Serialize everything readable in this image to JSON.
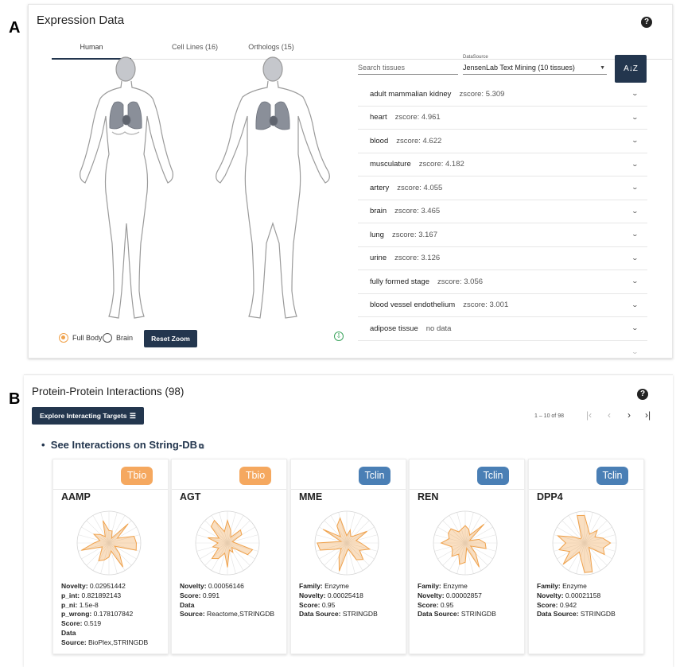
{
  "figure_labels": {
    "a": "A",
    "b": "B"
  },
  "expression": {
    "title": "Expression Data",
    "help": "?",
    "tabs": [
      {
        "label": "Human",
        "active": true
      },
      {
        "label": "Cell Lines (16)",
        "active": false
      },
      {
        "label": "Orthologs (15)",
        "active": false
      }
    ],
    "search_placeholder": "Search tissues",
    "datasource_label": "DataSource",
    "datasource_value": "JensenLab Text Mining (10 tissues)",
    "sort_label": "A↓Z",
    "view_options": [
      {
        "label": "Full Body",
        "selected": true
      },
      {
        "label": "Brain",
        "selected": false
      }
    ],
    "reset_zoom": "Reset Zoom",
    "highlight_color": "#8a8f99",
    "tissues": [
      {
        "name": "adult mammalian kidney",
        "score": "zscore: 5.309"
      },
      {
        "name": "heart",
        "score": "zscore: 4.961"
      },
      {
        "name": "blood",
        "score": "zscore: 4.622"
      },
      {
        "name": "musculature",
        "score": "zscore: 4.182"
      },
      {
        "name": "artery",
        "score": "zscore: 4.055"
      },
      {
        "name": "brain",
        "score": "zscore: 3.465"
      },
      {
        "name": "lung",
        "score": "zscore: 3.167"
      },
      {
        "name": "urine",
        "score": "zscore: 3.126"
      },
      {
        "name": "fully formed stage",
        "score": "zscore: 3.056"
      },
      {
        "name": "blood vessel endothelium",
        "score": "zscore: 3.001"
      },
      {
        "name": "adipose tissue",
        "score": "no data"
      },
      {
        "name": "",
        "score": ""
      }
    ]
  },
  "ppi": {
    "title": "Protein-Protein Interactions (98)",
    "help": "?",
    "explore_button": "Explore Interacting Targets",
    "pager_label": "1 – 10 of 98",
    "string_link": "See Interactions on String-DB",
    "tbio_color": "#f5a85f",
    "tclin_color": "#4a7fb5",
    "radar_color": "#f0a24c",
    "cards": [
      {
        "badge": "Tbio",
        "name": "AAMP",
        "details": [
          {
            "k": "Novelty:",
            "v": "0.02951442"
          },
          {
            "k": "p_int:",
            "v": "0.821892143"
          },
          {
            "k": "p_ni:",
            "v": "1.5e-8"
          },
          {
            "k": "p_wrong:",
            "v": "0.178107842"
          },
          {
            "k": "Score:",
            "v": "0.519"
          },
          {
            "k": "Data",
            "v": ""
          },
          {
            "k": "Source:",
            "v": "BioPlex,STRINGDB"
          }
        ]
      },
      {
        "badge": "Tbio",
        "name": "AGT",
        "details": [
          {
            "k": "Novelty:",
            "v": "0.00056146"
          },
          {
            "k": "Score:",
            "v": "0.991"
          },
          {
            "k": "Data",
            "v": ""
          },
          {
            "k": "Source:",
            "v": "Reactome,STRINGDB"
          }
        ]
      },
      {
        "badge": "Tclin",
        "name": "MME",
        "details": [
          {
            "k": "Family:",
            "v": "Enzyme"
          },
          {
            "k": "Novelty:",
            "v": "0.00025418"
          },
          {
            "k": "Score:",
            "v": "0.95"
          },
          {
            "k": "Data Source:",
            "v": "STRINGDB"
          }
        ]
      },
      {
        "badge": "Tclin",
        "name": "REN",
        "details": [
          {
            "k": "Family:",
            "v": "Enzyme"
          },
          {
            "k": "Novelty:",
            "v": "0.00002857"
          },
          {
            "k": "Score:",
            "v": "0.95"
          },
          {
            "k": "Data Source:",
            "v": "STRINGDB"
          }
        ]
      },
      {
        "badge": "Tclin",
        "name": "DPP4",
        "details": [
          {
            "k": "Family:",
            "v": "Enzyme"
          },
          {
            "k": "Novelty:",
            "v": "0.00021158"
          },
          {
            "k": "Score:",
            "v": "0.942"
          },
          {
            "k": "Data Source:",
            "v": "STRINGDB"
          }
        ]
      }
    ]
  }
}
